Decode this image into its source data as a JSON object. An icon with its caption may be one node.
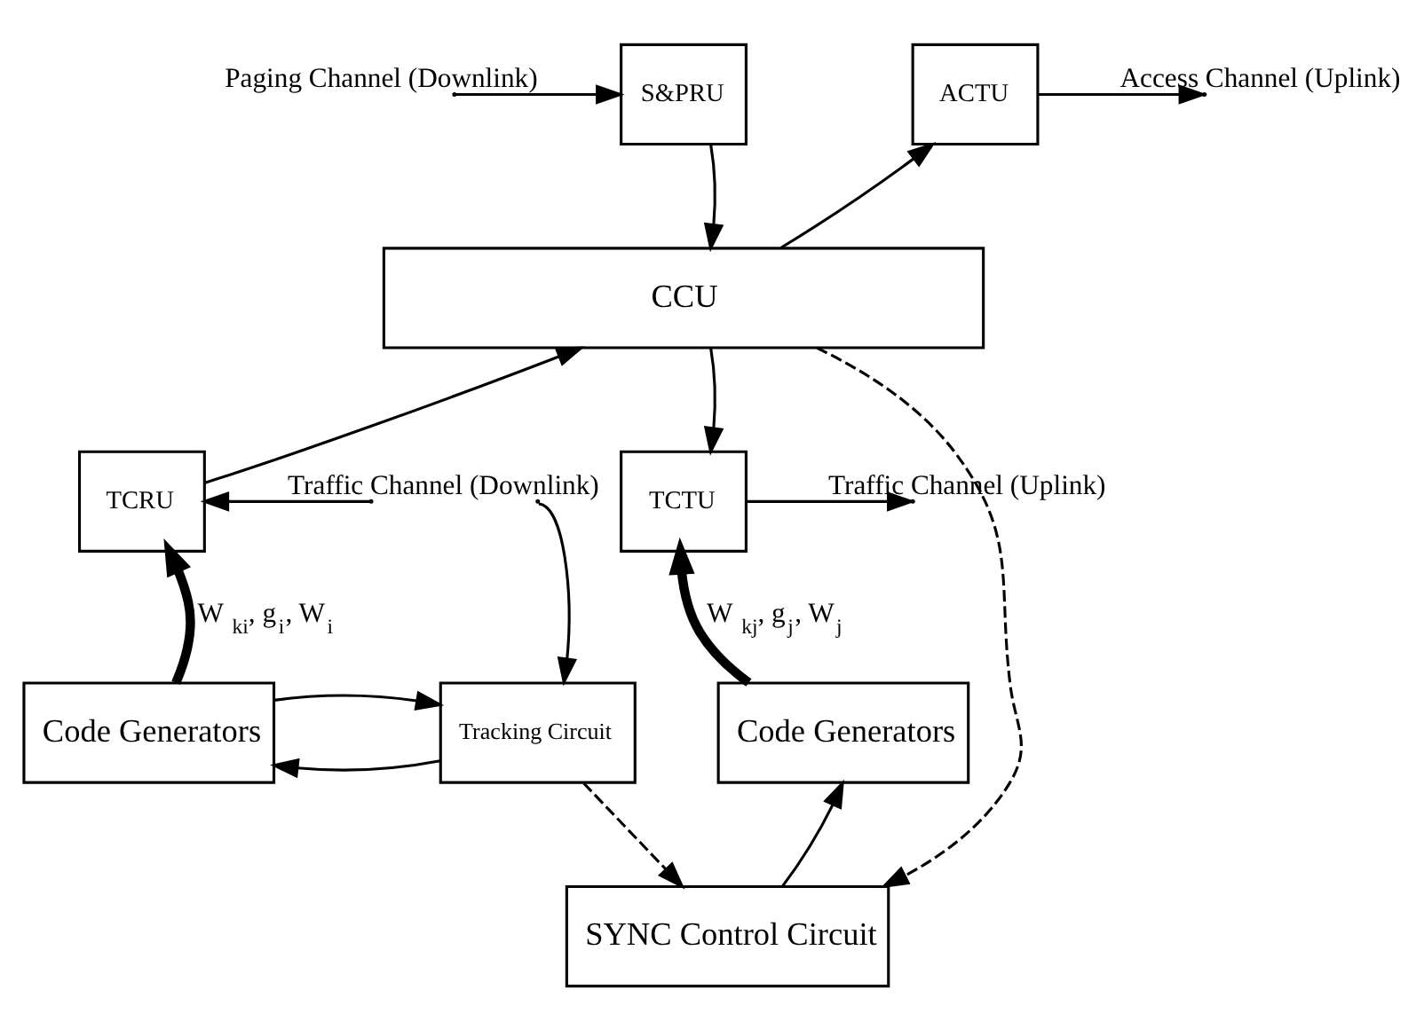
{
  "diagram": {
    "nodes": [
      {
        "text": [
          "S&PRU"
        ]
      },
      {
        "text": [
          "ACTU"
        ]
      },
      {
        "text": [
          "CCU"
        ]
      },
      {
        "text": [
          "TCRU"
        ]
      },
      {
        "text": [
          "TCTU"
        ]
      },
      {
        "text": [
          "Tracking Circuit"
        ]
      },
      {
        "text": [
          "Code Generators"
        ]
      },
      {
        "text": [
          "Code Generators"
        ]
      },
      {
        "text": [
          "SYNC Control Circuit"
        ]
      }
    ],
    "edges": [
      {
        "from": null,
        "to": 0,
        "arrow": "to",
        "label": "Paging Channel (Downlink)"
      },
      {
        "from": 1,
        "to": null,
        "arrow": "to",
        "label": "Access Channel (Uplink)"
      },
      {
        "from": 0,
        "to": 2,
        "arrow": "to"
      },
      {
        "from": 2,
        "to": 1,
        "arrow": "to"
      },
      {
        "from": null,
        "to": 3,
        "arrow": "to",
        "label": "Traffic Channel (Downlink)"
      },
      {
        "from": null,
        "to": 5,
        "arrow": "to"
      },
      {
        "from": 4,
        "to": null,
        "arrow": "to",
        "label": "Traffic Channel (Uplink)"
      },
      {
        "from": 3,
        "to": 2,
        "arrow": "to"
      },
      {
        "from": 2,
        "to": 4,
        "arrow": "to"
      },
      {
        "from": 6,
        "to": 3,
        "arrow": "to",
        "style": "thick",
        "label": "W$_{ki}$, g$_{i}$, W$_{i}$"
      },
      {
        "from": 7,
        "to": 4,
        "arrow": "to",
        "style": "thick",
        "label": "W$_{kj}$, g$_{j}$, W$_{j}$"
      },
      {
        "from": 5,
        "to": 6,
        "arrow": "to"
      },
      {
        "from": 6,
        "to": 5,
        "arrow": "to"
      },
      {
        "from": 8,
        "to": 7,
        "arrow": "to"
      },
      {
        "from": 2,
        "to": 8,
        "arrow": "to",
        "style": "dashed"
      },
      {
        "from": 5,
        "to": 8,
        "arrow": "to",
        "style": "dashed"
      }
    ]
  }
}
